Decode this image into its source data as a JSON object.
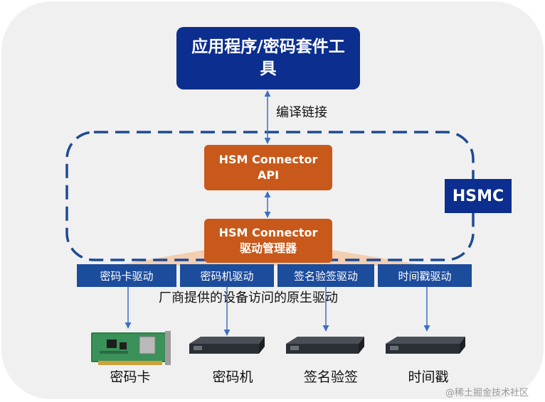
{
  "app_box": {
    "label": "应用程序/密码套件工具"
  },
  "compile_label": "编译链接",
  "hsm_api": {
    "line1": "HSM Connector",
    "line2": "API"
  },
  "hsm_manager": {
    "line1": "HSM Connector",
    "line2": "驱动管理器"
  },
  "hsmc_label": "HSMC",
  "drivers": [
    "密码卡驱动",
    "密码机驱动",
    "签名验签驱动",
    "时间戳驱动"
  ],
  "vendor_label": "厂商提供的设备访问的原生驱动",
  "devices": [
    "密码卡",
    "密码机",
    "签名验签",
    "时间戳"
  ],
  "watermark": "@稀土掘金技术社区",
  "colors": {
    "primary_blue": "#0b2e8f",
    "driver_blue": "#1c4c9c",
    "connector_orange": "#c8591a",
    "dashed_border": "#1d4a93",
    "panel_gray": "#f0f0f0"
  },
  "icons": [
    "crypto-card-icon",
    "crypto-machine-icon",
    "signature-device-icon",
    "timestamp-device-icon"
  ]
}
